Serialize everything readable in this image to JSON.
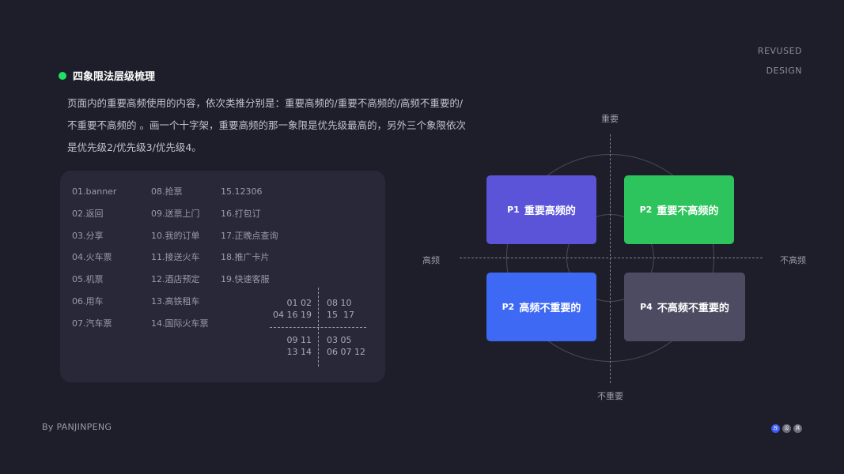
{
  "brand": {
    "line1": "REVUSED",
    "line2": "DESIGN"
  },
  "section": {
    "title": "四象限法层级梳理",
    "description": "页面内的重要高频使用的内容，依次类推分别是：重要高频的/重要不高频的/高频不重要的/不重要不高频的 。画一个十字架，重要高频的那一象限是优先级最高的，另外三个象限依次是优先级2/优先级3/优先级4。"
  },
  "list": {
    "col1": [
      "01.banner",
      "02.返回",
      "03.分享",
      "04.火车票",
      "05.机票",
      "06.用车",
      "07.汽车票"
    ],
    "col2": [
      "08.抢票",
      "09.送票上门",
      "10.我的订单",
      "11.接送火车",
      "12.酒店预定",
      "13.高铁租车",
      "14.国际火车票"
    ],
    "col3": [
      "15.12306",
      "16.打包订",
      "17.正晚点查询",
      "18.推广卡片",
      "19.快速客服"
    ]
  },
  "mini_matrix": {
    "top_left": [
      "01 02",
      "04 16 19"
    ],
    "top_right": [
      "08 10",
      "15  17"
    ],
    "bottom_left": [
      "09 11",
      "13 14"
    ],
    "bottom_right": [
      "03 05",
      "06 07 12"
    ]
  },
  "axes": {
    "top": "重要",
    "bottom": "不重要",
    "left": "高频",
    "right": "不高频"
  },
  "quadrants": {
    "q1": {
      "tag": "P1",
      "label": "重要高频的",
      "color": "#5b54d9"
    },
    "q2": {
      "tag": "P2",
      "label": "重要不高频的",
      "color": "#2dc35d"
    },
    "q3": {
      "tag": "P2",
      "label": "高频不重要的",
      "color": "#3e69f5"
    },
    "q4": {
      "tag": "P4",
      "label": "不高频不重要的",
      "color": "#4c4b62"
    }
  },
  "footer": {
    "author": "By PANJINPENG",
    "badges": [
      {
        "text": "改",
        "color": "#3a5bf0"
      },
      {
        "text": "设",
        "color": "#6b6c78"
      },
      {
        "text": "其",
        "color": "#6b6c78"
      }
    ]
  },
  "colors": {
    "background": "#1e1e2b",
    "accent_dot": "#1fdf64",
    "panel": "#282838"
  }
}
